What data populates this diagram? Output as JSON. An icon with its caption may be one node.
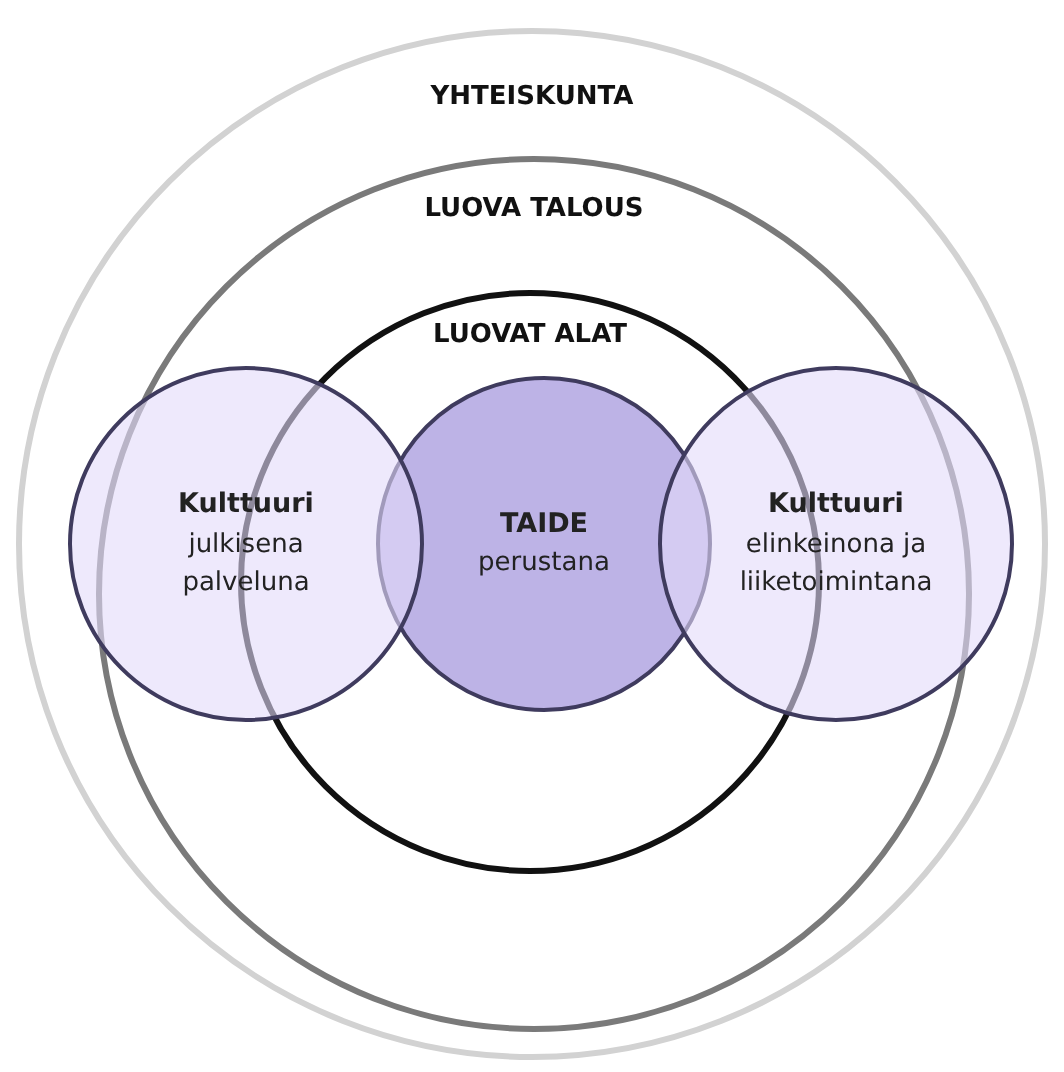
{
  "diagram": {
    "nodes": [
      {
        "text": [
          "YHTEISKUNTA"
        ]
      },
      {
        "text": [
          "LUOVA TALOUS"
        ],
        "in": 0
      },
      {
        "text": [
          "LUOVAT ALAT"
        ],
        "in": 1
      },
      {
        "text": [
          "TAIDE",
          "perustana"
        ],
        "in": 2
      },
      {
        "text": [
          "Kulttuuri",
          "julkisena palveluna"
        ],
        "in": 0
      },
      {
        "text": [
          "Kulttuuri",
          "elinkeinona ja liiketoimintana"
        ],
        "in": 0
      }
    ]
  }
}
